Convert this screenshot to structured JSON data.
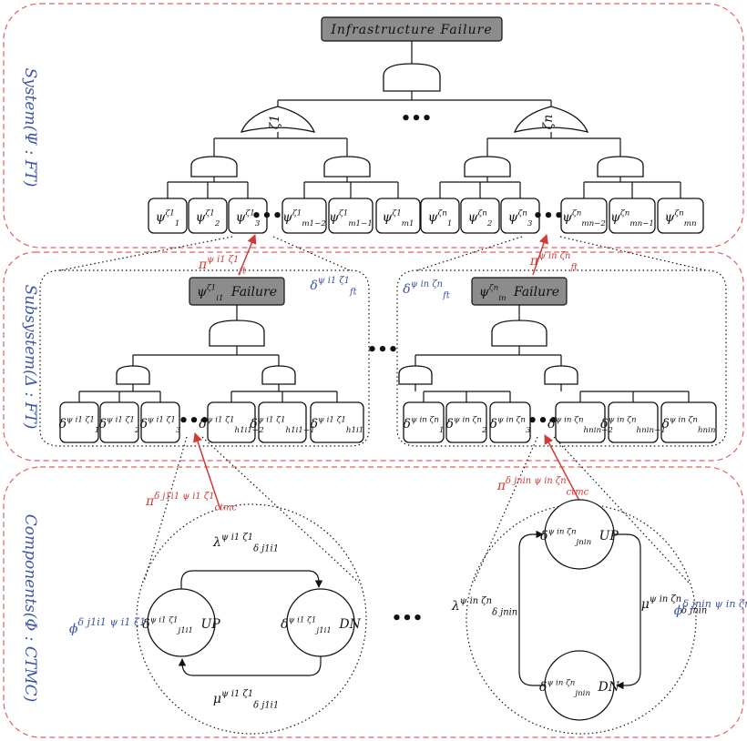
{
  "bands": {
    "system": "System(Ψ : FT)",
    "subsystem": "Subsystem(Δ : FT)",
    "components": "Components(Φ : CTMC)"
  },
  "system": {
    "root": "Infrastructure Failure",
    "subgate_left": "ζ1",
    "subgate_right": "ζn",
    "ellipsis": "•••",
    "leaves_left": [
      {
        "base": "ψ",
        "sub": "1",
        "sup": "ζ1"
      },
      {
        "base": "ψ",
        "sub": "2",
        "sup": "ζ1"
      },
      {
        "base": "ψ",
        "sub": "3",
        "sup": "ζ1"
      },
      {
        "base": "ψ",
        "sub": "m1−2",
        "sup": "ζ1"
      },
      {
        "base": "ψ",
        "sub": "m1−1",
        "sup": "ζ1"
      },
      {
        "base": "ψ",
        "sub": "m1",
        "sup": "ζ1"
      }
    ],
    "leaves_right": [
      {
        "base": "ψ",
        "sub": "1",
        "sup": "ζn"
      },
      {
        "base": "ψ",
        "sub": "2",
        "sup": "ζn"
      },
      {
        "base": "ψ",
        "sub": "3",
        "sup": "ζn"
      },
      {
        "base": "ψ",
        "sub": "mn−2",
        "sup": "ζn"
      },
      {
        "base": "ψ",
        "sub": "mn−1",
        "sup": "ζn"
      },
      {
        "base": "ψ",
        "sub": "mn",
        "sup": "ζn"
      }
    ]
  },
  "subsystem": {
    "left_root": {
      "base": "ψ",
      "sub": "i1",
      "sup": "ζ1",
      "suffix": "Failure"
    },
    "right_root": {
      "base": "ψ",
      "sub": "in",
      "sup": "ζn",
      "suffix": "Failure"
    },
    "left_label": {
      "base": "δ",
      "sub": "ft",
      "sup": "ψ i1 ζ1"
    },
    "right_label": {
      "base": "δ",
      "sub": "ft",
      "sup": "ψ in ζn"
    },
    "left_arrow_label": {
      "base": "π",
      "sub": "ft",
      "sup": "ψ i1 ζ1"
    },
    "right_arrow_label": {
      "base": "π",
      "sub": "ft",
      "sup": "ψ in ζn"
    },
    "ellipsis": "•••",
    "leaves_left": [
      {
        "base": "δ",
        "sub": "1",
        "sup": "ψ i1 ζ1"
      },
      {
        "base": "δ",
        "sub": "2",
        "sup": "ψ i1 ζ1"
      },
      {
        "base": "δ",
        "sub": "3",
        "sup": "ψ i1 ζ1"
      },
      {
        "base": "δ",
        "sub": "h1i1−2",
        "sup": "ψ i1 ζ1"
      },
      {
        "base": "δ",
        "sub": "h1i1−1",
        "sup": "ψ i1 ζ1"
      },
      {
        "base": "δ",
        "sub": "h1i1",
        "sup": "ψ i1 ζ1"
      }
    ],
    "leaves_right": [
      {
        "base": "δ",
        "sub": "1",
        "sup": "ψ in ζn"
      },
      {
        "base": "δ",
        "sub": "2",
        "sup": "ψ in ζn"
      },
      {
        "base": "δ",
        "sub": "3",
        "sup": "ψ in ζn"
      },
      {
        "base": "δ",
        "sub": "hnin−2",
        "sup": "ψ in ζn"
      },
      {
        "base": "δ",
        "sub": "hnin−1",
        "sup": "ψ in ζn"
      },
      {
        "base": "δ",
        "sub": "hnin",
        "sup": "ψ in ζn"
      }
    ]
  },
  "components": {
    "ellipsis": "•••",
    "left": {
      "arrow_label": {
        "base": "π",
        "sub": "ctmc",
        "sup": "δ j1i1 ψ i1 ζ1"
      },
      "phi": {
        "base": "ϕ",
        "sup": "δ j1i1 ψ i1 ζ1"
      },
      "up": {
        "base": "δ",
        "sub": "j1i1",
        "sup": "ψ i1 ζ1",
        "state": "UP"
      },
      "dn": {
        "base": "δ",
        "sub": "j1i1",
        "sup": "ψ i1 ζ1",
        "state": "DN"
      },
      "lambda": {
        "base": "λ",
        "sub": "δ j1i1",
        "sup": "ψ i1 ζ1"
      },
      "mu": {
        "base": "μ",
        "sub": "δ j1i1",
        "sup": "ψ i1 ζ1"
      }
    },
    "right": {
      "arrow_label": {
        "base": "π",
        "sub": "ctmc",
        "sup": "δ jnin ψ in ζn"
      },
      "phi": {
        "base": "ϕ",
        "sup": "δ jnin ψ in ζn"
      },
      "up": {
        "base": "δ",
        "sub": "jnin",
        "sup": "ψ in ζn",
        "state": "UP"
      },
      "dn": {
        "base": "δ",
        "sub": "jnin",
        "sup": "ψ in ζn",
        "state": "DN"
      },
      "lambda": {
        "base": "λ",
        "sub": "δ jnin",
        "sup": "ψ in ζn"
      },
      "mu": {
        "base": "μ",
        "sub": "δ jnin",
        "sup": "ψ in ζn"
      }
    }
  }
}
